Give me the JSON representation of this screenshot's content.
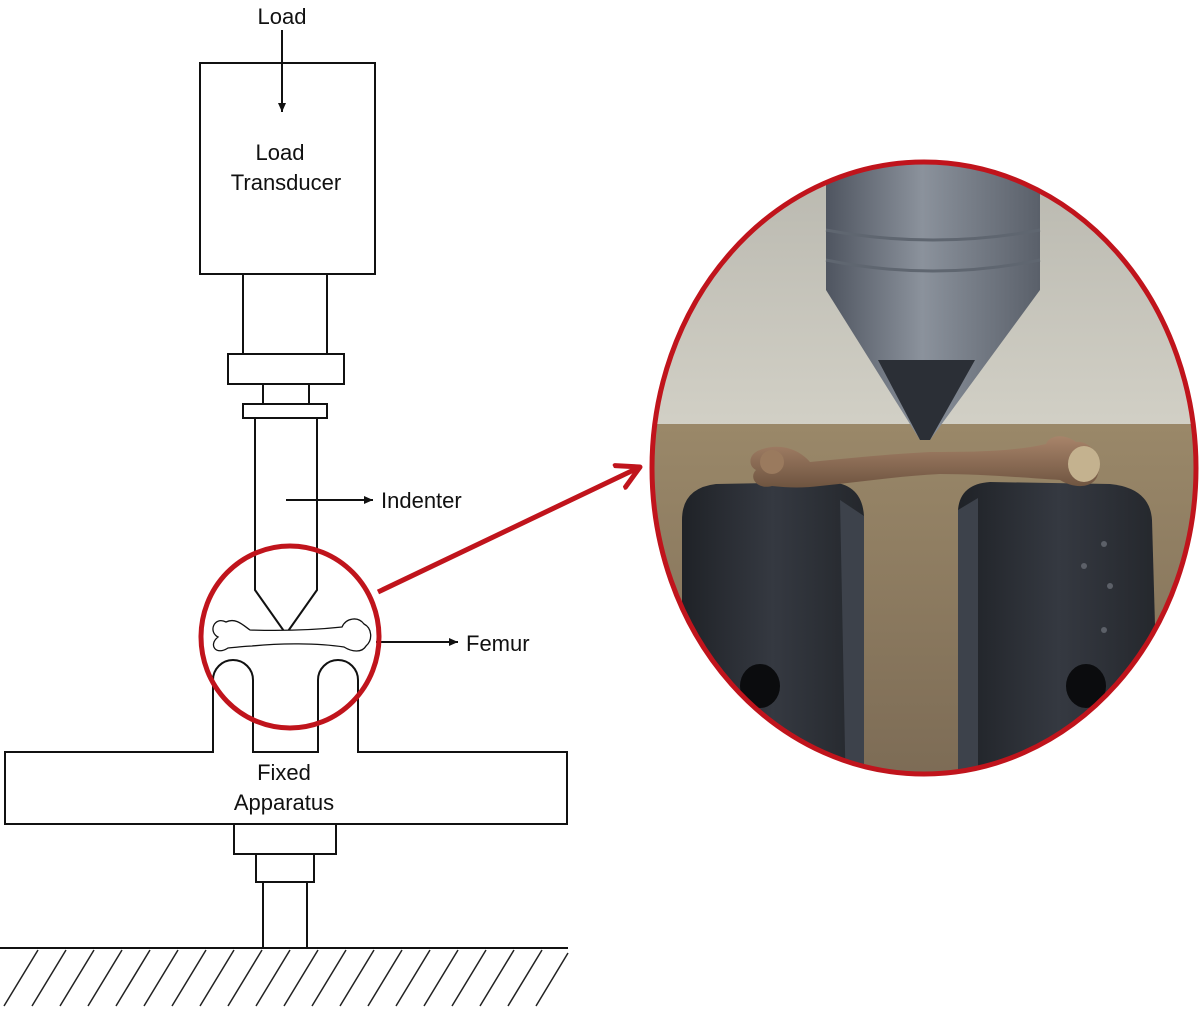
{
  "labels": {
    "load": "Load",
    "transducer_line1": "Load",
    "transducer_line2": "Transducer",
    "indenter": "Indenter",
    "femur": "Femur",
    "fixed_line1": "Fixed",
    "fixed_line2": "Apparatus"
  },
  "colors": {
    "line": "#111111",
    "highlight": "#c0141c",
    "photo_background": "#c9c7bd",
    "table_surface": "#8f7d62",
    "support_block": "#2a2d33",
    "indenter_metal": "#6d7480",
    "bone": "#8a6a50"
  },
  "icons": {
    "zoom_arrow": "right-arrow-icon"
  }
}
